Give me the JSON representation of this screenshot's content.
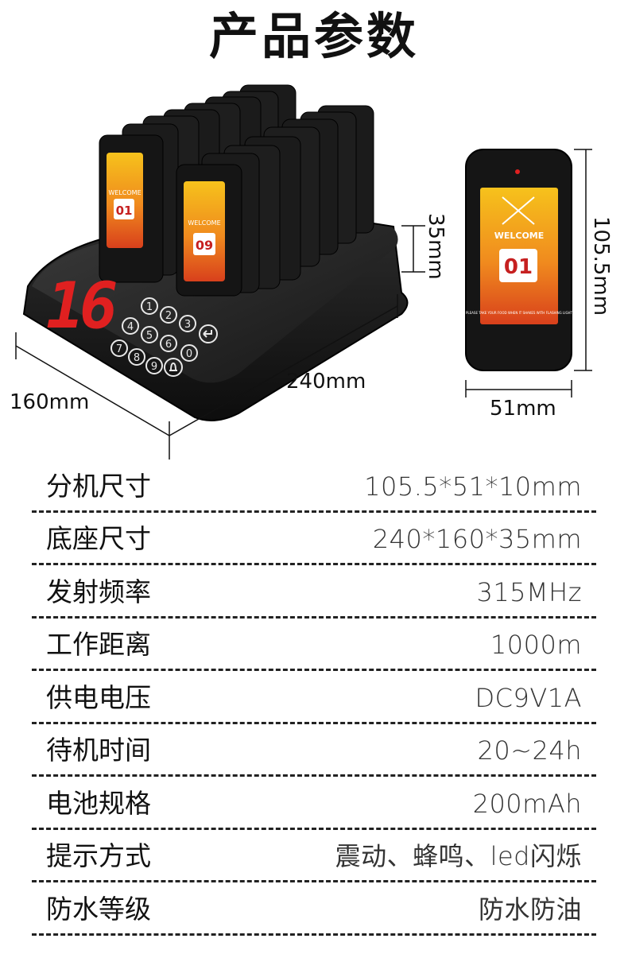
{
  "title": "产品参数",
  "base_display": "16",
  "pager_numbers": [
    "01",
    "09"
  ],
  "main_pager_number": "01",
  "screen_text": "WELCOME",
  "screen_small_text": "PLEASE TAKE YOUR FOOD WHEN IT SHAKES WITH FLASHING LIGHT",
  "keypad": [
    "1",
    "2",
    "3",
    "back",
    "4",
    "5",
    "6",
    "0",
    "7",
    "8",
    "9",
    "bell"
  ],
  "dimensions": {
    "height": "35mm",
    "width": "240mm",
    "depth": "160mm",
    "pager_height": "105.5mm",
    "pager_width": "51mm"
  },
  "specs": [
    {
      "label": "分机尺寸",
      "value": "105.5*51*10mm"
    },
    {
      "label": "底座尺寸",
      "value": "240*160*35mm"
    },
    {
      "label": "发射频率",
      "value": "315MHz"
    },
    {
      "label": "工作距离",
      "value": "1000m"
    },
    {
      "label": "供电电压",
      "value": "DC9V1A"
    },
    {
      "label": "待机时间",
      "value": "20~24h"
    },
    {
      "label": "电池规格",
      "value": "200mAh"
    },
    {
      "label": "提示方式",
      "value": "震动、蜂鸣、led闪烁"
    },
    {
      "label": "防水等级",
      "value": "防水防油"
    }
  ]
}
